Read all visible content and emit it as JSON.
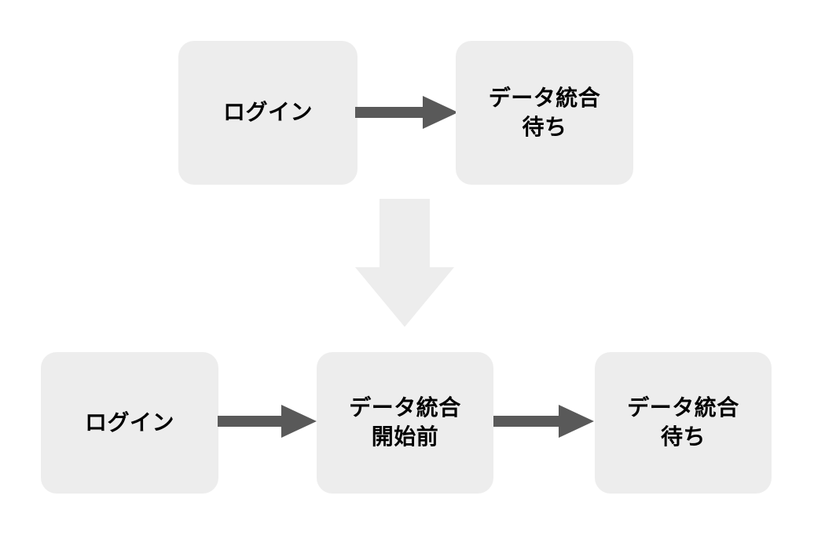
{
  "diagram": {
    "background_color": "#ffffff",
    "node_fill_color": "#ededed",
    "node_text_color": "#000000",
    "connector_color": "#595959",
    "transition_arrow_color": "#ededed",
    "before": {
      "nodes": [
        {
          "id": "top-login",
          "label": "ログイン"
        },
        {
          "id": "top-wait",
          "label": "データ統合\n待ち"
        }
      ],
      "connectors": [
        {
          "id": "arrow-top-1",
          "from": "top-login",
          "to": "top-wait",
          "direction": "right"
        }
      ]
    },
    "transition": {
      "id": "arrow-transition",
      "direction": "down",
      "label": ""
    },
    "after": {
      "nodes": [
        {
          "id": "bottom-login",
          "label": "ログイン"
        },
        {
          "id": "bottom-prestart",
          "label": "データ統合\n開始前"
        },
        {
          "id": "bottom-wait",
          "label": "データ統合\n待ち"
        }
      ],
      "connectors": [
        {
          "id": "arrow-bottom-1",
          "from": "bottom-login",
          "to": "bottom-prestart",
          "direction": "right"
        },
        {
          "id": "arrow-bottom-2",
          "from": "bottom-prestart",
          "to": "bottom-wait",
          "direction": "right"
        }
      ]
    }
  }
}
